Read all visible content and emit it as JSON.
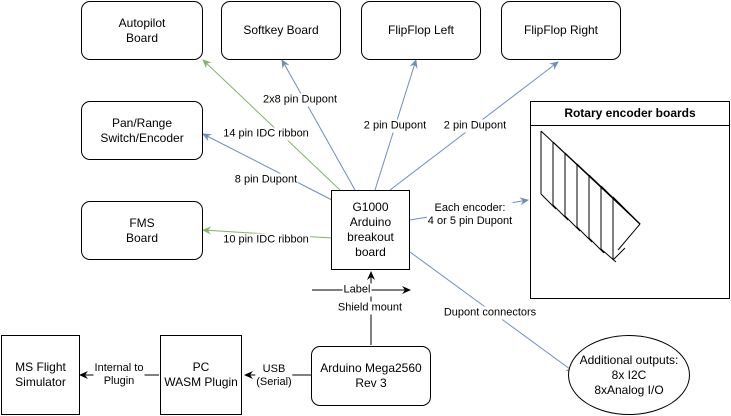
{
  "colors": {
    "blue": "#6c8ebf",
    "green": "#82b366",
    "black": "#000000"
  },
  "nodes": {
    "autopilot": "Autopilot\nBoard",
    "softkey": "Softkey Board",
    "flipflop_left": "FlipFlop Left",
    "flipflop_right": "FlipFlop Right",
    "panrange": "Pan/Range\nSwitch/Encoder",
    "fms": "FMS\nBoard",
    "g1000": "G1000\nArduino\nbreakout\nboard",
    "rotary_title": "Rotary encoder boards",
    "additional": "Additional outputs:\n8x I2C\n8xAnalog I/O",
    "msfs": "MS Flight\nSimulator",
    "pc": "PC\nWASM Plugin",
    "mega": "Arduino Mega2560\nRev 3"
  },
  "edges": {
    "autopilot_label": "",
    "softkey_label": "2x8 pin Dupont",
    "flipflop_left_label": "2 pin Dupont",
    "flipflop_right_label": "2 pin Dupont",
    "panrange_label": "14 pin IDC ribbon",
    "panrange_label2": "8 pin Dupont",
    "fms_label": "10 pin IDC ribbon",
    "rotary_label": "Each encoder:\n4 or 5 pin Dupont",
    "additional_label": "Dupont connectors",
    "mega_g1000_label": "Shield mount",
    "pc_mega_label": "USB\n(Serial)",
    "msfs_pc_label": "Internal to\nPlugin",
    "legend_label": "Label"
  }
}
